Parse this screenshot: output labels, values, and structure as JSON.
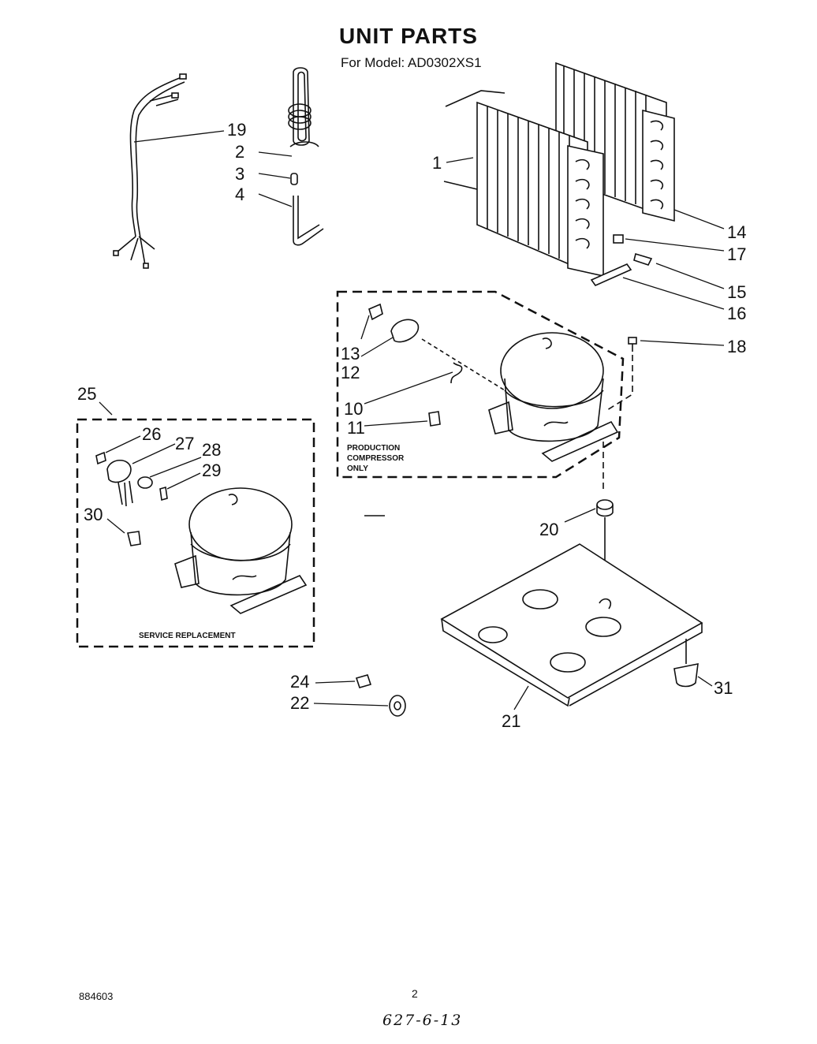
{
  "header": {
    "title": "UNIT PARTS",
    "model": "For Model: AD0302XS1"
  },
  "footer": {
    "doc_number": "884603",
    "page_number": "2",
    "handwritten_note": "627-6-13"
  },
  "panels": {
    "production_line1": "PRODUCTION",
    "production_line2": "COMPRESSOR",
    "production_line3": "ONLY",
    "service": "SERVICE REPLACEMENT"
  },
  "callouts": {
    "c1": "1",
    "c2": "2",
    "c3": "3",
    "c4": "4",
    "c10": "10",
    "c11": "11",
    "c12": "12",
    "c13": "13",
    "c14": "14",
    "c15": "15",
    "c16": "16",
    "c17": "17",
    "c18": "18",
    "c19": "19",
    "c20": "20",
    "c21": "21",
    "c22": "22",
    "c24": "24",
    "c25": "25",
    "c26": "26",
    "c27": "27",
    "c28": "28",
    "c29": "29",
    "c30": "30",
    "c31": "31"
  }
}
